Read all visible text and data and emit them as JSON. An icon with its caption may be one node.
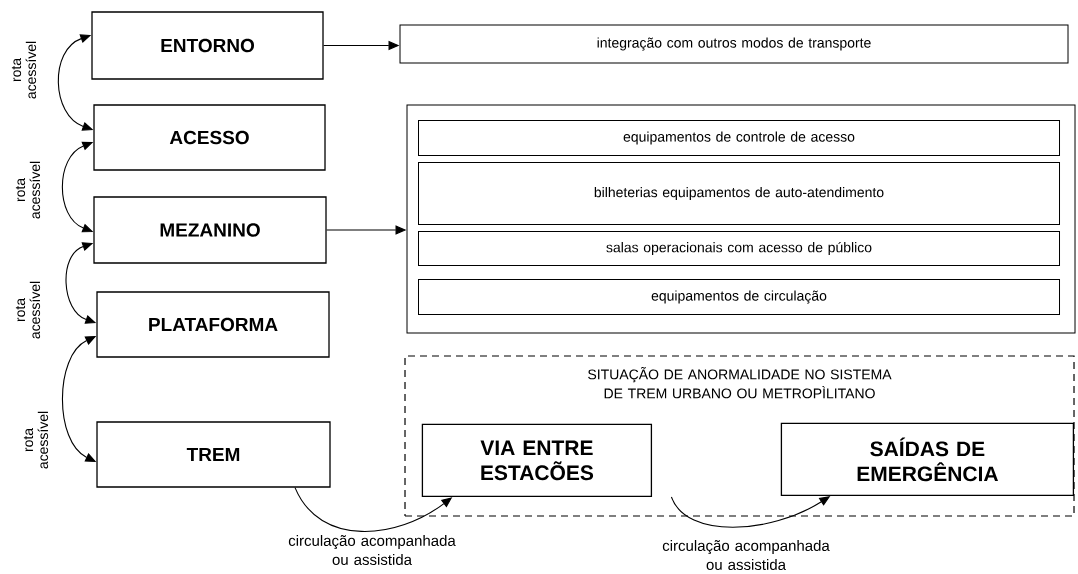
{
  "diagram": {
    "nodes": [
      {
        "text": [
          "ENTORNO"
        ]
      },
      {
        "text": [
          "ACESSO"
        ]
      },
      {
        "text": [
          "MEZANINO"
        ]
      },
      {
        "text": [
          "PLATAFORMA"
        ]
      },
      {
        "text": [
          "TREM"
        ]
      },
      {
        "text": [
          "integração com outros modos de transporte"
        ]
      },
      {
        "text": [],
        "shape": "box"
      },
      {
        "text": [
          "equipamentos de controle de acesso"
        ],
        "in": 6
      },
      {
        "text": [
          "bilheterias equipamentos de auto-atendimento"
        ],
        "in": 6
      },
      {
        "text": [
          "salas operacionais com acesso de público"
        ],
        "in": 6
      },
      {
        "text": [
          "equipamentos de circulação"
        ],
        "in": 6
      },
      {
        "text": [
          "SITUAÇÃO DE ANORMALIDADE NO SISTEMA DE TREM URBANO OU METROPÌLITANO"
        ]
      },
      {
        "text": [
          "VIA ENTRE ESTACÕES"
        ],
        "in": 11
      },
      {
        "text": [
          "SAÍDAS DE EMERGÊNCIA"
        ],
        "in": 11
      }
    ],
    "edges": [
      {
        "from": 0,
        "to": 1,
        "arrow": "both",
        "label": "rota acessível"
      },
      {
        "from": 1,
        "to": 2,
        "arrow": "both",
        "label": "rota acessível"
      },
      {
        "from": 2,
        "to": 3,
        "arrow": "both",
        "label": "rota acessível"
      },
      {
        "from": 3,
        "to": 4,
        "arrow": "both",
        "label": "rota acessível"
      },
      {
        "from": 0,
        "to": 5,
        "arrow": "to"
      },
      {
        "from": 2,
        "to": 6,
        "arrow": "to"
      },
      {
        "from": 4,
        "to": 12,
        "arrow": "to",
        "label": "circulação acompanhada ou assistida"
      },
      {
        "from": 12,
        "to": 13,
        "arrow": "to",
        "label": "circulação acompanhada ou assistida"
      }
    ]
  }
}
